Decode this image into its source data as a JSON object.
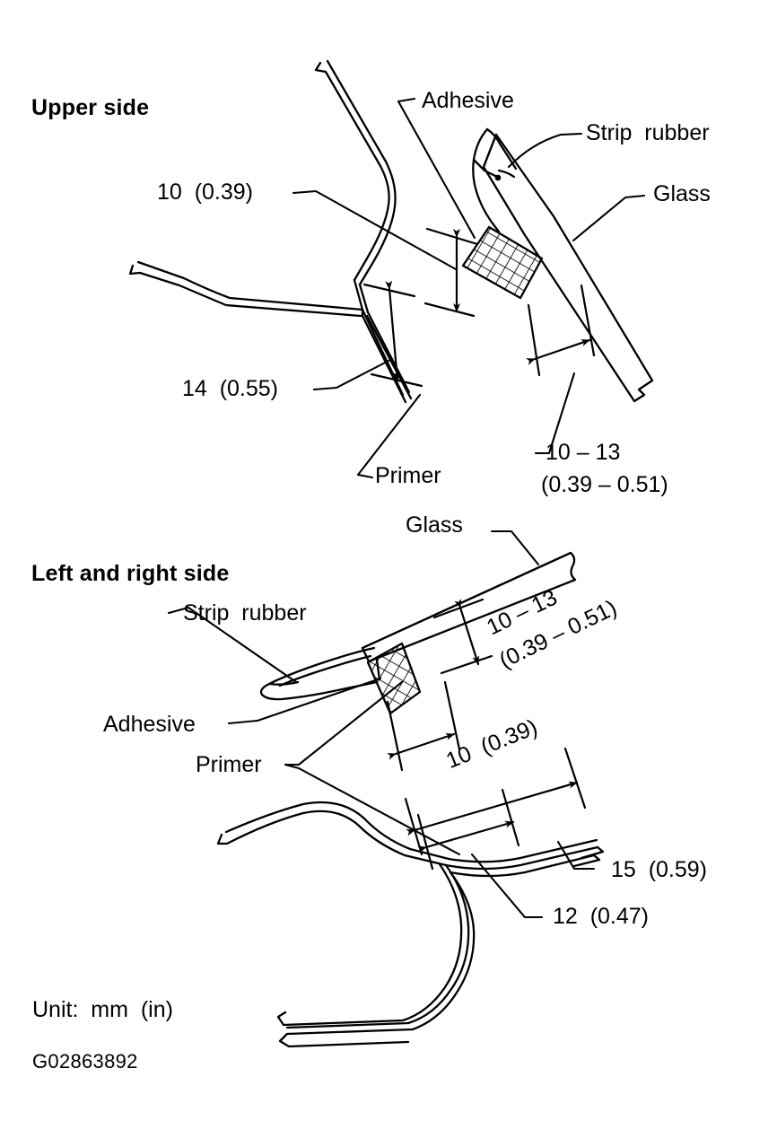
{
  "figure": {
    "title_upper": "Upper side",
    "title_lower": "Left and right side",
    "unit_note": "Unit:  mm  (in)",
    "figure_id": "G02863892",
    "line_color": "#000000",
    "background_color": "#ffffff"
  },
  "upper_section": {
    "heading": "Upper side",
    "callouts": {
      "adhesive": "Adhesive",
      "strip_rubber": "Strip  rubber",
      "glass": "Glass",
      "primer": "Primer"
    },
    "dimensions": {
      "d1": "10  (0.39)",
      "d2": "14  (0.55)",
      "d3_line1": "10 – 13",
      "d3_line2": "(0.39 – 0.51)"
    }
  },
  "lower_section": {
    "heading": "Left and right side",
    "callouts": {
      "glass": "Glass",
      "strip_rubber": "Strip  rubber",
      "adhesive": "Adhesive",
      "primer": "Primer"
    },
    "dimensions": {
      "d1_line1": "10 – 13",
      "d1_line2": "(0.39 – 0.51)",
      "d2": "10  (0.39)",
      "d3": "15  (0.59)",
      "d4": "12  (0.47)"
    }
  },
  "footer": {
    "unit": "Unit:  mm  (in)",
    "id": "G02863892"
  }
}
